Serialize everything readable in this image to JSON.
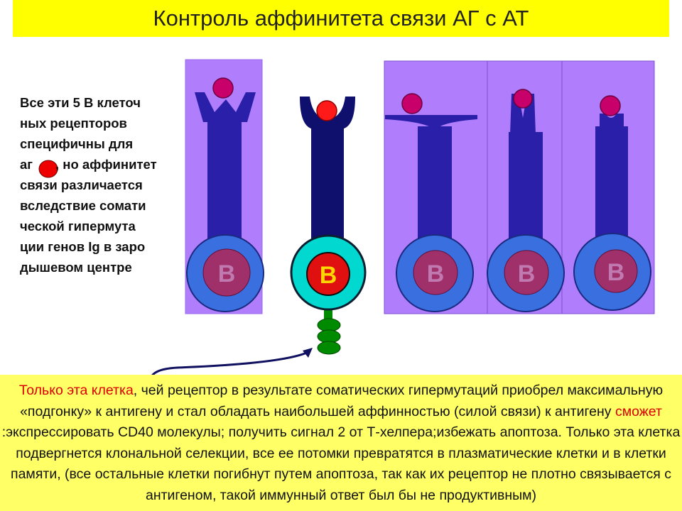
{
  "title": "Контроль аффинитета связи АГ с АТ",
  "left_text": {
    "part1": "Все эти 5 В клеточ\nных рецепторов\n специфичны для\nаг",
    "part2": ", но аффинитет\nсвязи различается\nвследствие сомати\nческой гипермута\nции генов Ig в заро\nдышевом центре"
  },
  "cell_label": "B",
  "bottom_text": {
    "highlight1": "Только эта клетка",
    "text1": ", чей рецептор в результате соматических гипермутаций приобрел максимальную «подгонку» к антигену и стал обладать наибольшей аффинностью (силой связи) к антигену ",
    "highlight2": "сможет ",
    "text2": ":экспрессировать CD40 молекулы; получить сигнал 2 от Т-хелпера;избежать апоптоза. Только эта клетка  подвергнется клональной селекции, все ее потомки превратятся в плазматические клетки и в клетки памяти, (все остальные клетки  погибнут путем апоптоза, так как их рецептор не плотно связывается с антигеном, такой иммунный ответ был бы не продуктивным)"
  },
  "colors": {
    "title_bg": "#ffff00",
    "panel": "#b07dfd",
    "receptor": "#2a1fa8",
    "receptor_dark": "#0f0f6e",
    "cell_outer": "#3a6fe0",
    "cell_outer_selected": "#00d8d0",
    "nucleus": "#a0306a",
    "nucleus_selected": "#e01010",
    "antigen": "#c8006a",
    "antigen_selected": "#ff1a1a",
    "cd40": "#008a00",
    "bottom_bg": "#ffff66"
  }
}
